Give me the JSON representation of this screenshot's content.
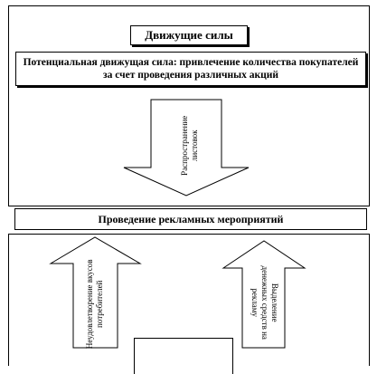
{
  "title": "Движущие силы",
  "potential_force": "Потенциальная движущая сила: привлечение количества покупателей\nза счет проведения различных акций",
  "arrow_top": "Распространение\nлистовок",
  "ads": "Проведение рекламных мероприятий",
  "arrow_left": "Неудовлетворение вкусов\nпотребителей",
  "arrow_right": "Выделение\nденежных средств на\nрекламу"
}
